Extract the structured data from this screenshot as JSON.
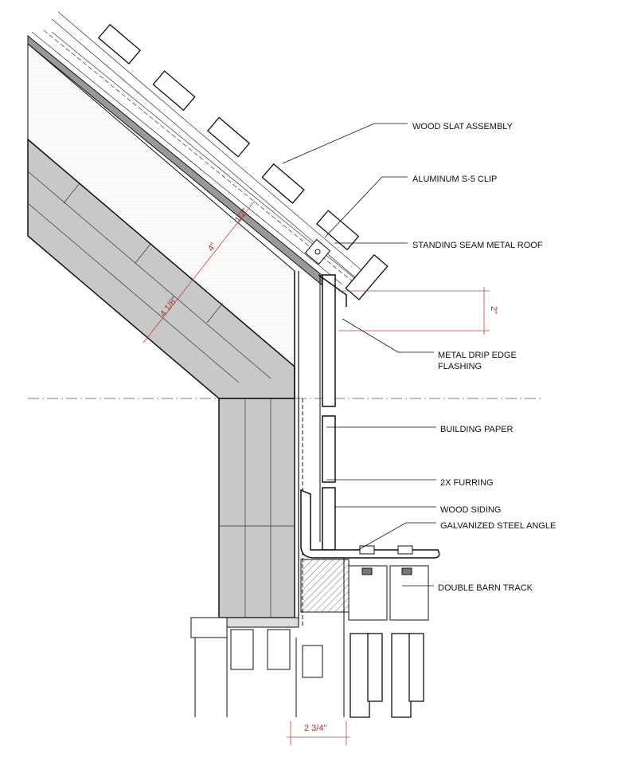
{
  "annotations": [
    {
      "id": "wood-slat-assembly",
      "label": "WOOD SLAT ASSEMBLY"
    },
    {
      "id": "aluminum-s5-clip",
      "label": "ALUMINUM S-5 CLIP"
    },
    {
      "id": "standing-seam-metal-roof",
      "label": "STANDING SEAM METAL ROOF"
    },
    {
      "id": "metal-drip-edge",
      "label": "METAL DRIP EDGE",
      "label2": "FLASHING"
    },
    {
      "id": "building-paper",
      "label": "BUILDING PAPER"
    },
    {
      "id": "2x-furring",
      "label": "2X FURRING"
    },
    {
      "id": "wood-siding",
      "label": "WOOD SIDING"
    },
    {
      "id": "galvanized-steel-angle",
      "label": "GALVANIZED STEEL ANGLE"
    },
    {
      "id": "double-barn-track",
      "label": "DOUBLE BARN TRACK"
    }
  ],
  "dimensions": {
    "roof_deck": "1/2\"",
    "insulation": "4\"",
    "rafter": "4 1/8\"",
    "drip_edge": "2\"",
    "wall_offset": "2 3/4\""
  },
  "colors": {
    "gray_fill": "#c8c8c8",
    "dimension": "#aa3333"
  }
}
